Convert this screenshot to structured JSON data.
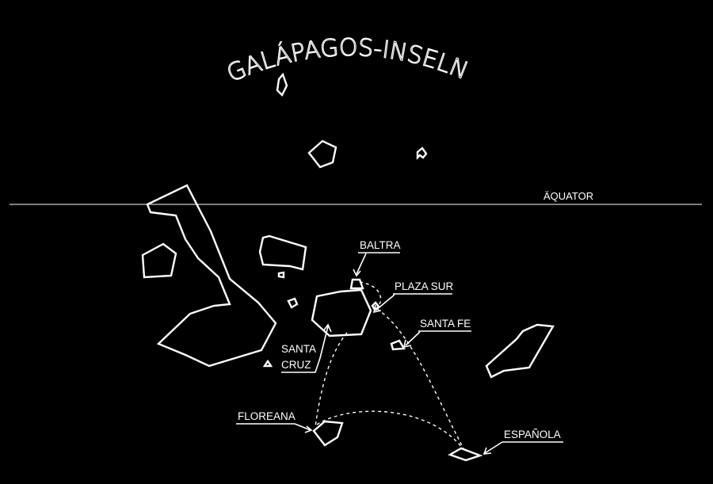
{
  "map": {
    "title": "GALÁPAGOS-INSELN",
    "equator_label": "ÄQUATOR",
    "colors": {
      "background": "#000000",
      "ink": "#ffffff"
    },
    "islands": {
      "baltra": "BALTRA",
      "plaza_sur": "PLAZA SUR",
      "santa_fe": "SANTA FE",
      "santa_cruz_line1": "SANTA",
      "santa_cruz_line2": "CRUZ",
      "floreana": "FLOREANA",
      "espanola": "ESPAÑOLA"
    }
  }
}
